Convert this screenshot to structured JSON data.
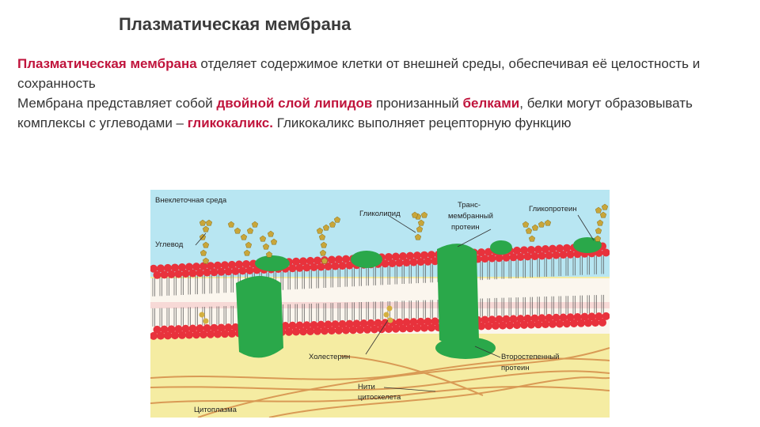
{
  "title": "Плазматическая мембрана",
  "paragraph1": {
    "term": "Плазматическая мембрана",
    "rest": " отделяет содержимое клетки от внешней среды, обеспечивая её целостность и сохранность"
  },
  "paragraph2": {
    "part1": "Мембрана представляет собой ",
    "term1": "двойной слой липидов",
    "part2": " пронизанный ",
    "term2": "белками",
    "part3": ", белки могут образовывать комплексы с углеводами – ",
    "term3": "гликокаликс.",
    "part4": " Гликокаликс выполняет рецепторную функцию"
  },
  "diagram": {
    "labels": {
      "extracellular": "Внеклеточная среда",
      "carbohydrate": "Углевод",
      "glycolipid": "Гликолипид",
      "transmembrane_1": "Транс-",
      "transmembrane_2": "мембранный",
      "transmembrane_3": "протеин",
      "glycoprotein": "Гликопротеин",
      "cholesterol": "Холестерин",
      "peripheral_1": "Второстепенный",
      "peripheral_2": "протеин",
      "cytoskeleton_1": "Нити",
      "cytoskeleton_2": "цитоскелета",
      "cytoplasm": "Цитоплазма"
    },
    "colors": {
      "extracellular": "#b8e6f2",
      "cytoplasm": "#f5eca2",
      "lipid_head": "#e8323c",
      "protein": "#2aa84a",
      "sugar": "#c8a63a",
      "filament": "#d99a55"
    }
  }
}
